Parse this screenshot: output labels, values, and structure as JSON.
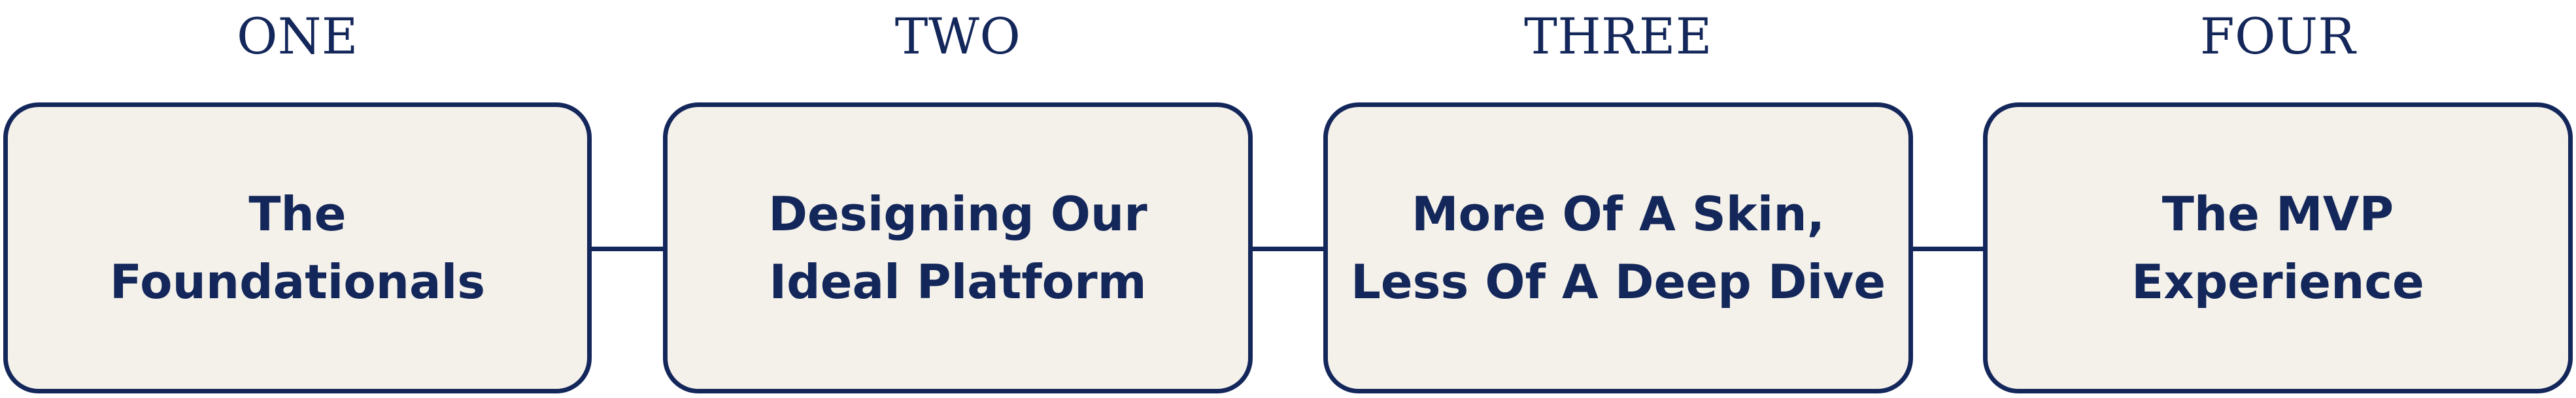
{
  "colors": {
    "navy": "#14275a",
    "card_fill": "#f4f1ea",
    "background": "#ffffff"
  },
  "steps": [
    {
      "number": "ONE",
      "title": "The\nFoundationals"
    },
    {
      "number": "TWO",
      "title": "Designing Our\nIdeal Platform"
    },
    {
      "number": "THREE",
      "title": "More Of A Skin,\nLess Of A Deep Dive"
    },
    {
      "number": "FOUR",
      "title": "The MVP\nExperience"
    }
  ]
}
